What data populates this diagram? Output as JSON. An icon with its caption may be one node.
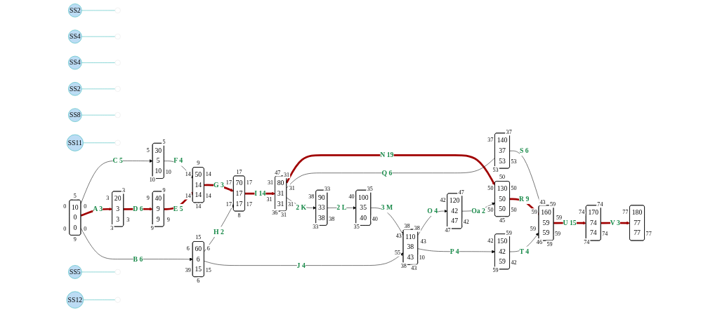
{
  "diagram": {
    "nodes": [
      {
        "text": [
          "30",
          "5",
          "10"
        ],
        "beside": [
          "5",
          "5",
          "10",
          "10"
        ]
      },
      {
        "text": [
          "140",
          "37",
          "53"
        ],
        "beside": [
          "37",
          "37",
          "53",
          "53"
        ]
      },
      {
        "text": [
          "10",
          "0",
          "0"
        ],
        "beside": [
          "0",
          "5",
          "0",
          "0",
          "9",
          "0"
        ]
      },
      {
        "text": [
          "20",
          "3",
          "3"
        ],
        "beside": [
          "3",
          "3",
          "3",
          "3"
        ]
      },
      {
        "text": [
          "40",
          "9",
          "9"
        ],
        "beside": [
          "9",
          "9",
          "9",
          "9"
        ]
      },
      {
        "text": [
          "50",
          "14",
          "14"
        ],
        "beside": [
          "14",
          "9",
          "14",
          "14",
          "14",
          "14"
        ]
      },
      {
        "text": [
          "70",
          "17",
          "17"
        ],
        "beside": [
          "17",
          "17",
          "17",
          "17",
          "8",
          "17"
        ]
      },
      {
        "text": [
          "80",
          "31",
          "31"
        ],
        "beside": [
          "31",
          "47",
          "31",
          "31",
          "31",
          "31",
          "36",
          "31"
        ]
      },
      {
        "text": [
          "130",
          "50",
          "50"
        ],
        "beside": [
          "50",
          "50",
          "50",
          "50",
          "45",
          "50"
        ]
      },
      {
        "text": [
          "160",
          "59",
          "59"
        ],
        "beside": [
          "59",
          "43",
          "59",
          "59",
          "59",
          "59",
          "46",
          "59"
        ]
      },
      {
        "text": [
          "170",
          "74",
          "74"
        ],
        "beside": [
          "74",
          "74",
          "74",
          "74"
        ]
      },
      {
        "text": [
          "180",
          "77",
          "77"
        ],
        "beside": [
          "77",
          "77"
        ]
      },
      {
        "text": [
          "SS2"
        ]
      },
      {
        "text": [
          "SS4"
        ]
      },
      {
        "text": [
          "SS4"
        ]
      },
      {
        "text": [
          "SS2"
        ]
      },
      {
        "text": [
          "SS8"
        ]
      },
      {
        "text": [
          "SS11"
        ]
      },
      {
        "text": [
          "SS5"
        ]
      },
      {
        "text": [
          "SS12"
        ]
      },
      {
        "text": [
          "90",
          "33",
          "38"
        ],
        "beside": [
          "38",
          "33",
          "38",
          "33"
        ]
      },
      {
        "text": [
          "120",
          "42",
          "47"
        ],
        "beside": [
          "42",
          "47",
          "42",
          "47"
        ]
      },
      {
        "text": [
          "100",
          "35",
          "40"
        ],
        "beside": [
          "40",
          "35",
          "40",
          "35"
        ]
      },
      {
        "text": [
          "60",
          "6",
          "15"
        ],
        "beside": [
          "6",
          "15",
          "6",
          "15",
          "6",
          "39"
        ]
      },
      {
        "text": [
          "110",
          "38",
          "43"
        ],
        "beside": [
          "43",
          "38",
          "38",
          "43",
          "10",
          "43",
          "38",
          "55"
        ]
      },
      {
        "text": [
          "150",
          "42",
          "59"
        ],
        "beside": [
          "42",
          "59",
          "42",
          "59"
        ]
      }
    ],
    "edges": [
      {
        "from": 2,
        "to": 0,
        "arrow": "to",
        "label": "C 5"
      },
      {
        "from": 0,
        "to": 5,
        "arrow": "to",
        "label": "F 4"
      },
      {
        "from": 2,
        "to": 3,
        "arrow": "to",
        "label": "A 3",
        "style": "thick",
        "color": "#a00000"
      },
      {
        "from": 3,
        "to": 4,
        "arrow": "to",
        "label": "D 6",
        "style": "thick",
        "color": "#a00000"
      },
      {
        "from": 4,
        "to": 5,
        "arrow": "to",
        "label": "E 5",
        "style": "thick",
        "color": "#a00000"
      },
      {
        "from": 5,
        "to": 6,
        "arrow": "to",
        "label": "G 3",
        "style": "thick",
        "color": "#a00000"
      },
      {
        "from": 6,
        "to": 7,
        "arrow": "to",
        "label": "I 14",
        "style": "thick",
        "color": "#a00000"
      },
      {
        "from": 7,
        "to": 8,
        "arrow": "to",
        "label": "N 19",
        "style": "thick",
        "color": "#a00000"
      },
      {
        "from": 8,
        "to": 9,
        "arrow": "to",
        "label": "R 9",
        "style": "thick",
        "color": "#a00000"
      },
      {
        "from": 9,
        "to": 10,
        "arrow": "to",
        "label": "U 15",
        "style": "thick",
        "color": "#a00000"
      },
      {
        "from": 10,
        "to": 11,
        "arrow": "to",
        "label": "V 3",
        "style": "thick",
        "color": "#a00000"
      },
      {
        "from": 7,
        "to": 1,
        "arrow": "none",
        "label": "Q 6"
      },
      {
        "from": 1,
        "to": 9,
        "arrow": "none",
        "label": "S 6"
      },
      {
        "from": 7,
        "to": 20,
        "arrow": "to",
        "label": "2 K"
      },
      {
        "from": 20,
        "to": 22,
        "arrow": "to",
        "label": "2 L"
      },
      {
        "from": 22,
        "to": 24,
        "arrow": "to",
        "label": "3 M"
      },
      {
        "from": 24,
        "to": 21,
        "arrow": "to",
        "label": "O 4"
      },
      {
        "from": 21,
        "to": 8,
        "arrow": "to",
        "label": "Oa 2"
      },
      {
        "from": 2,
        "to": 23,
        "arrow": "to",
        "label": "B 6"
      },
      {
        "from": 23,
        "to": 6,
        "arrow": "to",
        "label": "H 2"
      },
      {
        "from": 23,
        "to": 24,
        "arrow": "to",
        "label": "J 4"
      },
      {
        "from": 24,
        "to": 25,
        "arrow": "to",
        "label": "P 4"
      },
      {
        "from": 25,
        "to": 9,
        "arrow": "to",
        "label": "T 4"
      },
      {
        "from": 12,
        "to": null,
        "arrow": "none",
        "color": "#2bb5b5"
      },
      {
        "from": 13,
        "to": null,
        "arrow": "none",
        "color": "#2bb5b5"
      },
      {
        "from": 14,
        "to": null,
        "arrow": "none",
        "color": "#2bb5b5"
      },
      {
        "from": 15,
        "to": null,
        "arrow": "none",
        "color": "#2bb5b5"
      },
      {
        "from": 16,
        "to": null,
        "arrow": "none",
        "color": "#2bb5b5"
      },
      {
        "from": 17,
        "to": null,
        "arrow": "none",
        "color": "#2bb5b5"
      },
      {
        "from": 18,
        "to": null,
        "arrow": "none",
        "color": "#2bb5b5"
      },
      {
        "from": 19,
        "to": null,
        "arrow": "none",
        "color": "#2bb5b5"
      }
    ]
  }
}
